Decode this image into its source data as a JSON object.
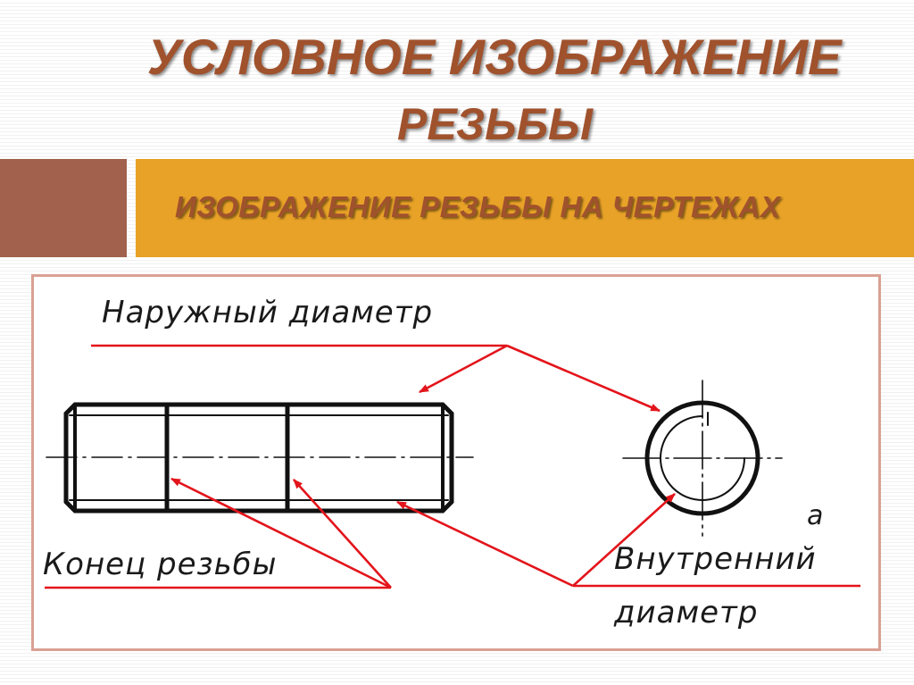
{
  "slide": {
    "title_line1": "УСЛОВНОЕ ИЗОБРАЖЕНИЕ",
    "title_line2": "РЕЗЬБЫ",
    "subtitle": "ИЗОБРАЖЕНИЕ РЕЗЬБЫ НА ЧЕРТЕЖАХ"
  },
  "diagram": {
    "label_outer_diameter": "Наружный диаметр",
    "label_thread_end": "Конец резьбы",
    "label_inner_diameter_1": "Внутренний",
    "label_inner_diameter_2": "диаметр",
    "view_letter": "а",
    "colors": {
      "drawing": "#111111",
      "leader": "#e3141b",
      "frame": "#d9a193",
      "banner": "#e8a227",
      "accent": "#a1614d",
      "title": "#a0522d"
    }
  }
}
